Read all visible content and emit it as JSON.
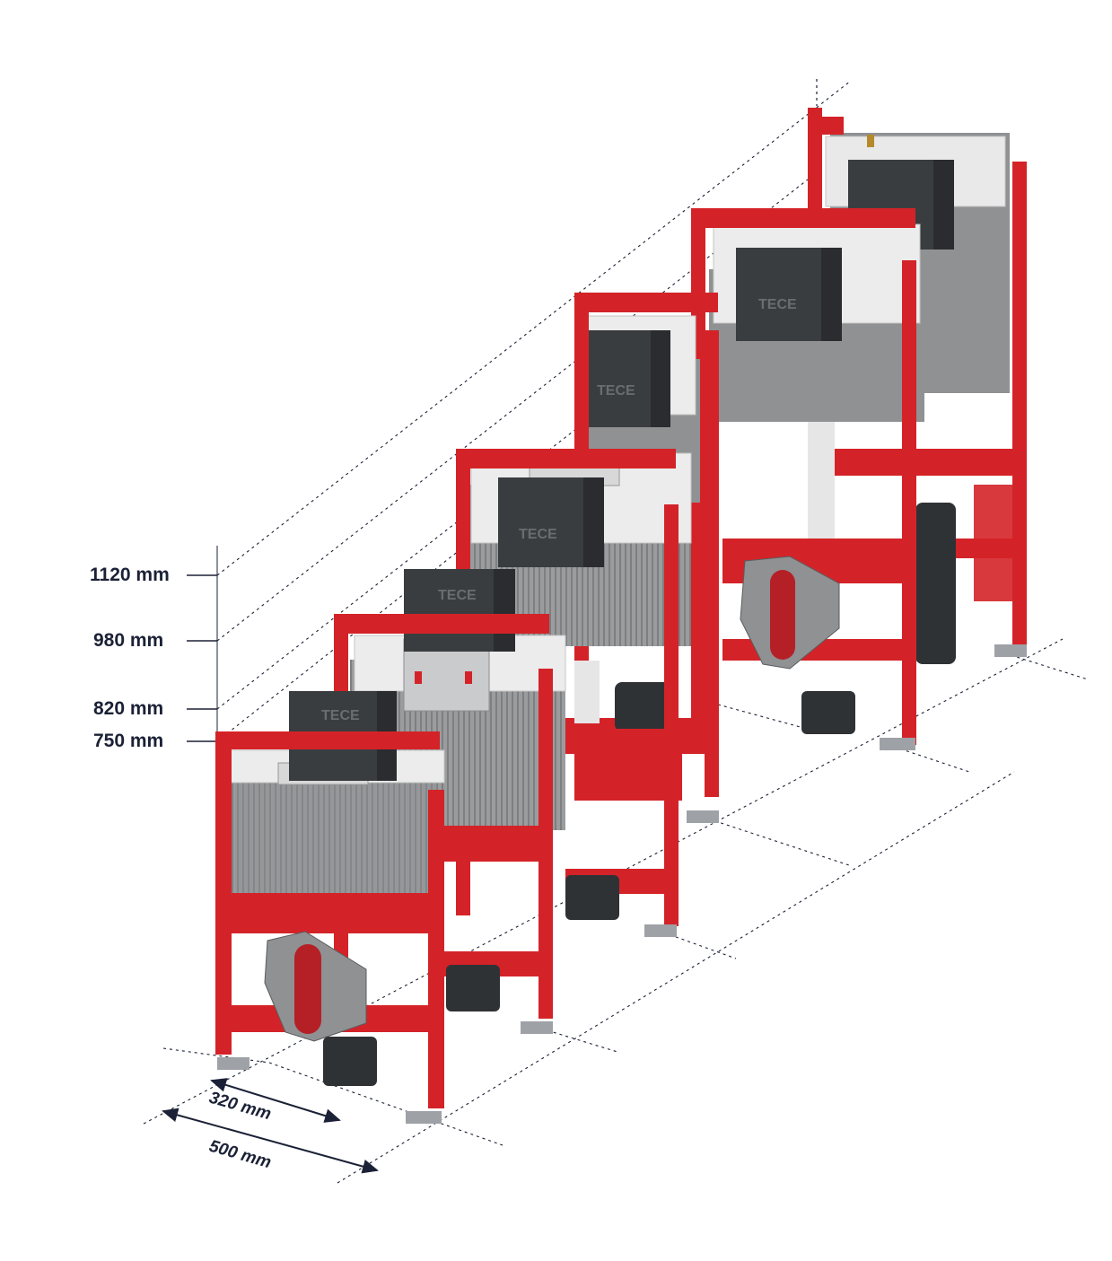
{
  "heights": {
    "label_1120": "1120 mm",
    "label_980": "980 mm",
    "label_820": "820 mm",
    "label_750": "750 mm"
  },
  "dimensions": {
    "depth_320": "320 mm",
    "depth_500": "500 mm"
  },
  "brand_mark": "TECE",
  "colors": {
    "frame_red": "#d42328",
    "frame_red_dark": "#a8161b",
    "insulation_grey": "#8f9193",
    "flush_plate_dark": "#3a3d40",
    "pipe_black": "#2f3235",
    "dimension_text": "#1b2136",
    "dotted_line": "#1b2136"
  },
  "frames": [
    {
      "id": "frame-750",
      "height_mm": 750
    },
    {
      "id": "frame-820",
      "height_mm": 820
    },
    {
      "id": "frame-980a",
      "height_mm": 980
    },
    {
      "id": "frame-980b",
      "height_mm": 980
    },
    {
      "id": "frame-1120a",
      "height_mm": 1120
    },
    {
      "id": "frame-1120b",
      "height_mm": 1120
    }
  ]
}
